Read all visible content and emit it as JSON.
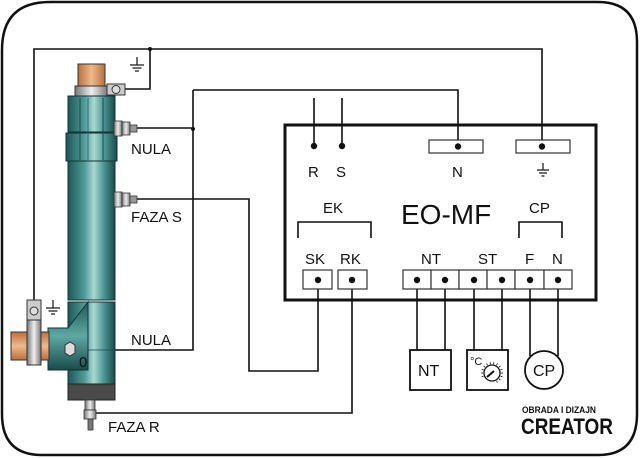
{
  "diagram": {
    "title": "EO-MF",
    "heater_labels": {
      "nula_top": "NULA",
      "faza_s": "FAZA S",
      "nula_bottom": "NULA",
      "zero_mark": "0",
      "faza_r": "FAZA R"
    },
    "controller": {
      "name": "EO-MF",
      "top_terminals": {
        "r": "R",
        "s": "S",
        "n": "N",
        "ground_icon": "ground-icon"
      },
      "groups": {
        "ek": "EK",
        "cp": "CP"
      },
      "bottom_terminals": {
        "sk": "SK",
        "rk": "RK",
        "nt": "NT",
        "st": "ST",
        "f": "F",
        "n": "N"
      }
    },
    "external_devices": {
      "nt_box": "NT",
      "thermostat_unit": "°C",
      "pump": "CP"
    },
    "watermark": {
      "line1": "OBRADA I DIZAJN",
      "line2": "CREATOR"
    },
    "colors": {
      "pipe_dark": "#1f5a5c",
      "pipe_mid": "#3f8a8a",
      "pipe_light": "#9fd0cc",
      "copper": "#d9905a",
      "base": "#4a4a4a",
      "line": "#111111"
    }
  }
}
